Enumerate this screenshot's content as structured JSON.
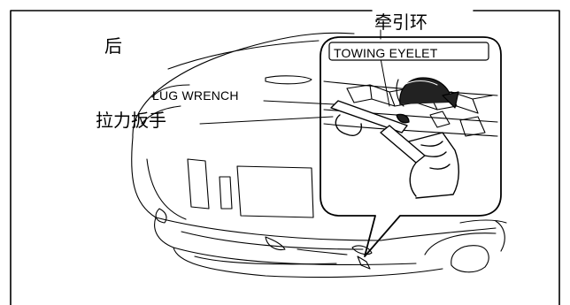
{
  "labels": {
    "rear": "后",
    "towing_cn": "牵引环",
    "towing_en": "TOWING EYELET",
    "lug_en": "LUG WRENCH",
    "lug_cn": "拉力扳手"
  }
}
